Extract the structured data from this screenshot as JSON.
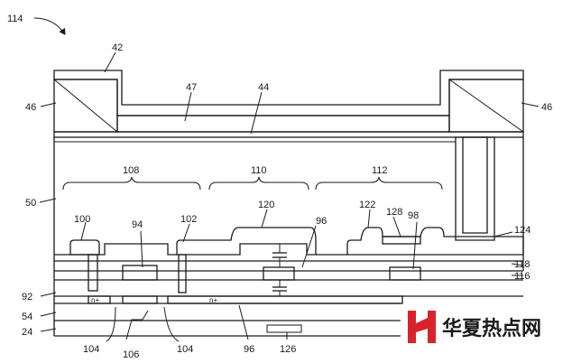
{
  "figure": {
    "ref_main": "114",
    "labels": {
      "l42": "42",
      "l47": "47",
      "l44": "44",
      "l46a": "46",
      "l46b": "46",
      "l50": "50",
      "l108": "108",
      "l110": "110",
      "l112": "112",
      "l100": "100",
      "l94": "94",
      "l102": "102",
      "l120": "120",
      "l96a": "96",
      "l122": "122",
      "l128": "128",
      "l98": "98",
      "l124": "124",
      "l118": "118",
      "l116": "116",
      "l92": "92",
      "l54": "54",
      "l24": "24",
      "l104a": "104",
      "l106": "106",
      "l104b": "104",
      "l96b": "96",
      "l126": "126",
      "nplus1": "n+",
      "nplus2": "n+"
    }
  },
  "watermark": {
    "text": "华夏热点网",
    "logo": "red-h-logo"
  },
  "colors": {
    "ink": "#1a1a1a",
    "logo_red": "#d9232a",
    "background": "#ffffff"
  }
}
